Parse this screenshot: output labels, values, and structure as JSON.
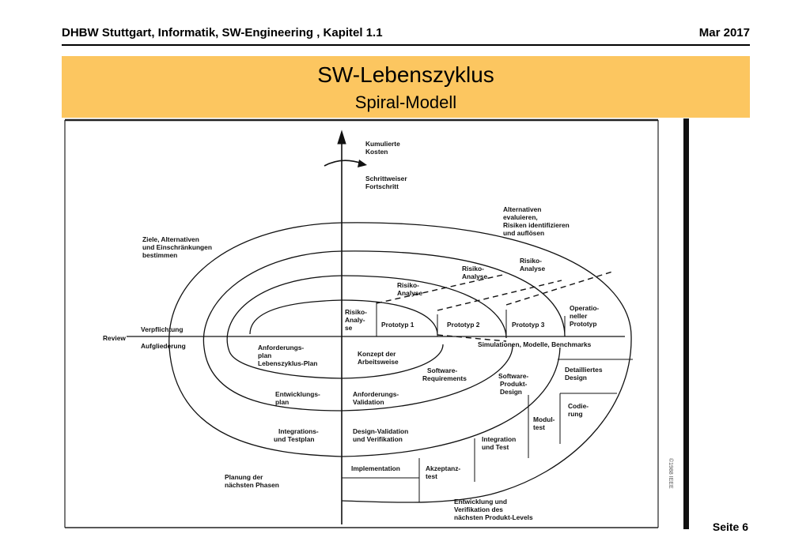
{
  "header": {
    "left": "DHBW Stuttgart, Informatik, SW-Engineering , Kapitel 1.1",
    "right": "Mar 2017"
  },
  "title": {
    "main": "SW-Lebenszyklus",
    "sub": "Spiral-Modell"
  },
  "diagram": {
    "axis_top": [
      "Kumulierte",
      "Kosten"
    ],
    "progress": [
      "Schrittweiser",
      "Fortschritt"
    ],
    "q_top_left": [
      "Ziele, Alternativen",
      "und Einschränkungen",
      "bestimmen"
    ],
    "q_top_right": [
      "Alternativen",
      "evaluieren,",
      "Risiken identifizieren",
      "und auflösen"
    ],
    "q_bottom_left": [
      "Planung der",
      "nächsten Phasen"
    ],
    "q_bottom_right": [
      "Entwicklung und",
      "Verifikation des",
      "nächsten Produkt-Levels"
    ],
    "review": "Review",
    "verpflichtung": "Verpflichtung",
    "aufgliederung": "Aufgliederung",
    "risiko_1": [
      "Risiko-",
      "Analy-",
      "se"
    ],
    "risiko_2": [
      "Risiko-",
      "Analyse"
    ],
    "risiko_3": [
      "Risiko-",
      "Analyse"
    ],
    "risiko_4": [
      "Risiko-",
      "Analyse"
    ],
    "prototyp_1": "Prototyp 1",
    "prototyp_2": "Prototyp 2",
    "prototyp_3": "Prototyp 3",
    "operational": [
      "Operatio-",
      "neller",
      "Prototyp"
    ],
    "simulationen": "Simulationen, Modelle, Benchmarks",
    "anforderungsplan": [
      "Anforderungs-",
      "plan",
      "Lebenszyklus-Plan"
    ],
    "konzept": [
      "Konzept der",
      "Arbeitsweise"
    ],
    "sw_requirements": [
      "Software-",
      "Requirements"
    ],
    "sw_produkt_design": [
      "Software-",
      "Produkt-",
      "Design"
    ],
    "detail_design": [
      "Detailliertes",
      "Design"
    ],
    "entwicklungsplan": [
      "Entwicklungs-",
      "plan"
    ],
    "anforderungs_validation": [
      "Anforderungs-",
      "Validation"
    ],
    "codierung": [
      "Codie-",
      "rung"
    ],
    "modultest": [
      "Modul-",
      "test"
    ],
    "integrationsplan": [
      "Integrations-",
      "und Testplan"
    ],
    "design_validation": [
      "Design-Validation",
      "und Verifikation"
    ],
    "integration_test": [
      "Integration",
      "und Test"
    ],
    "implementation": "Implementation",
    "akzeptanztest": [
      "Akzeptanz-",
      "test"
    ],
    "credit": "©1988 IEEE"
  },
  "footer": {
    "page": "Seite 6"
  }
}
